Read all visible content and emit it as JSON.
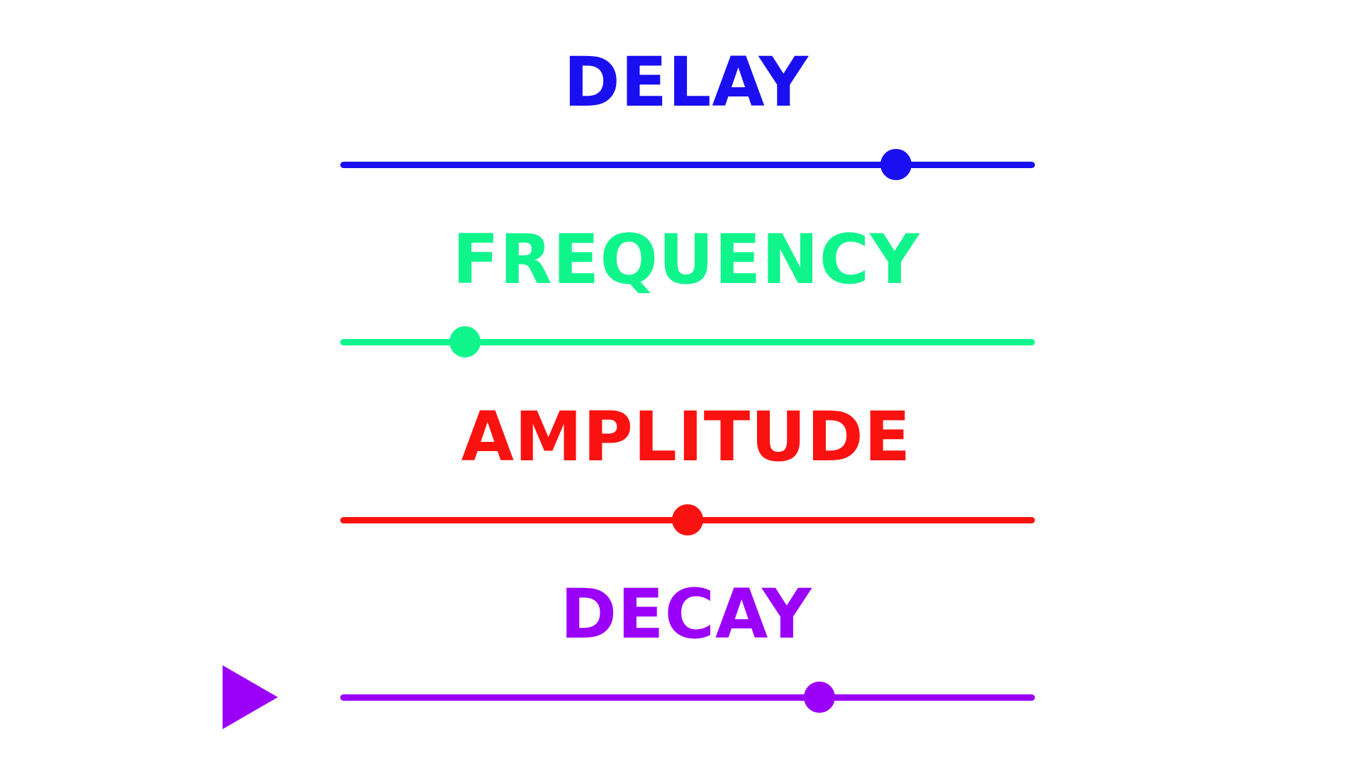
{
  "controls": [
    {
      "id": "delay",
      "label": "DELAY",
      "color": "#1a0ff0",
      "value": 0.8
    },
    {
      "id": "frequency",
      "label": "FREQUENCY",
      "color": "#0ff58c",
      "value": 0.18
    },
    {
      "id": "amplitude",
      "label": "AMPLITUDE",
      "color": "#fa1210",
      "value": 0.5
    },
    {
      "id": "decay",
      "label": "DECAY",
      "color": "#9b00f8",
      "value": 0.69
    }
  ],
  "play_button": {
    "icon": "play-icon",
    "color": "#9b00f8"
  }
}
